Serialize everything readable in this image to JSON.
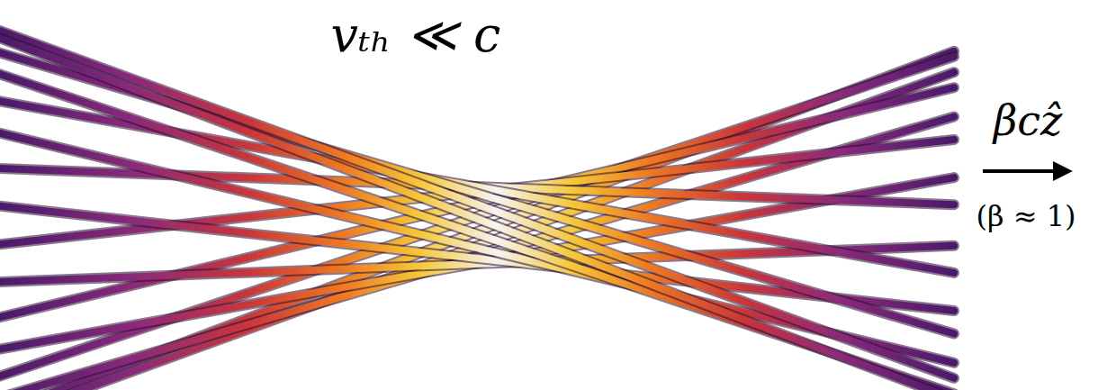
{
  "diagram": {
    "labels": [
      "vₜₕ ≪ c",
      "βcẑ",
      "(β ≈ 1)"
    ]
  }
}
